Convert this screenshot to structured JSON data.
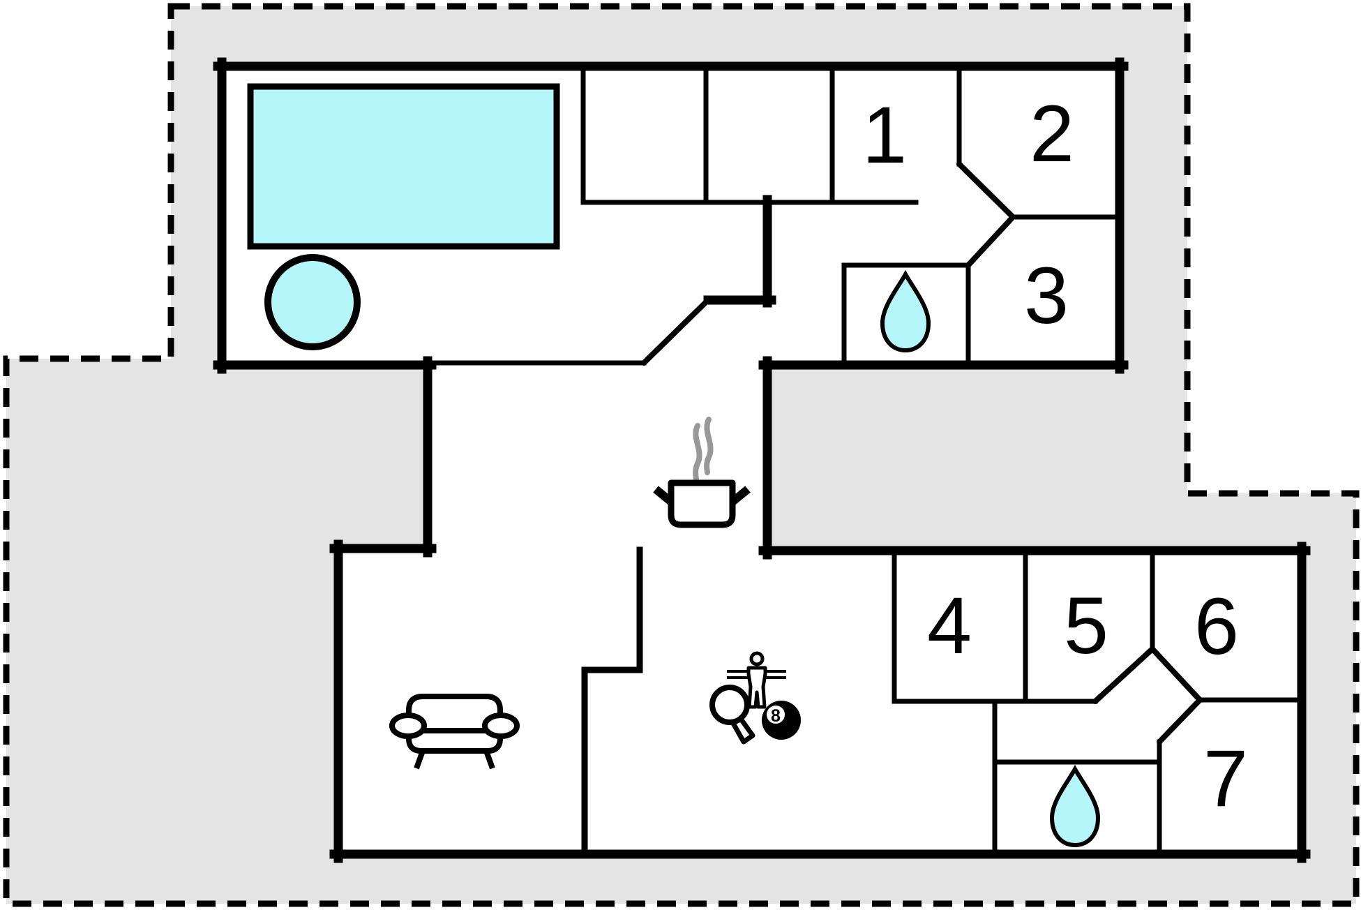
{
  "plan": {
    "type": "floor-plan",
    "description": "vacation-house floor plan with pool building and bedroom building",
    "rooms": [
      {
        "id": 1,
        "label": "1"
      },
      {
        "id": 2,
        "label": "2"
      },
      {
        "id": 3,
        "label": "3"
      },
      {
        "id": 4,
        "label": "4"
      },
      {
        "id": 5,
        "label": "5"
      },
      {
        "id": 6,
        "label": "6"
      },
      {
        "id": 7,
        "label": "7"
      }
    ],
    "eight_ball": {
      "label": "8"
    },
    "features": [
      "property-boundary-dashed",
      "swimming-pool",
      "hot-tub",
      "bathroom-drop-upper",
      "bathroom-drop-lower",
      "cooking-pot",
      "steam",
      "sofa",
      "foosball-player",
      "table-tennis-paddle",
      "eight-ball"
    ],
    "colors": {
      "wall": "#000000",
      "water_fill": "#b5f6fa",
      "ground_fill": "#e4e4e4",
      "background": "#ffffff",
      "steam": "#989898",
      "interior": "#ffffff"
    }
  }
}
